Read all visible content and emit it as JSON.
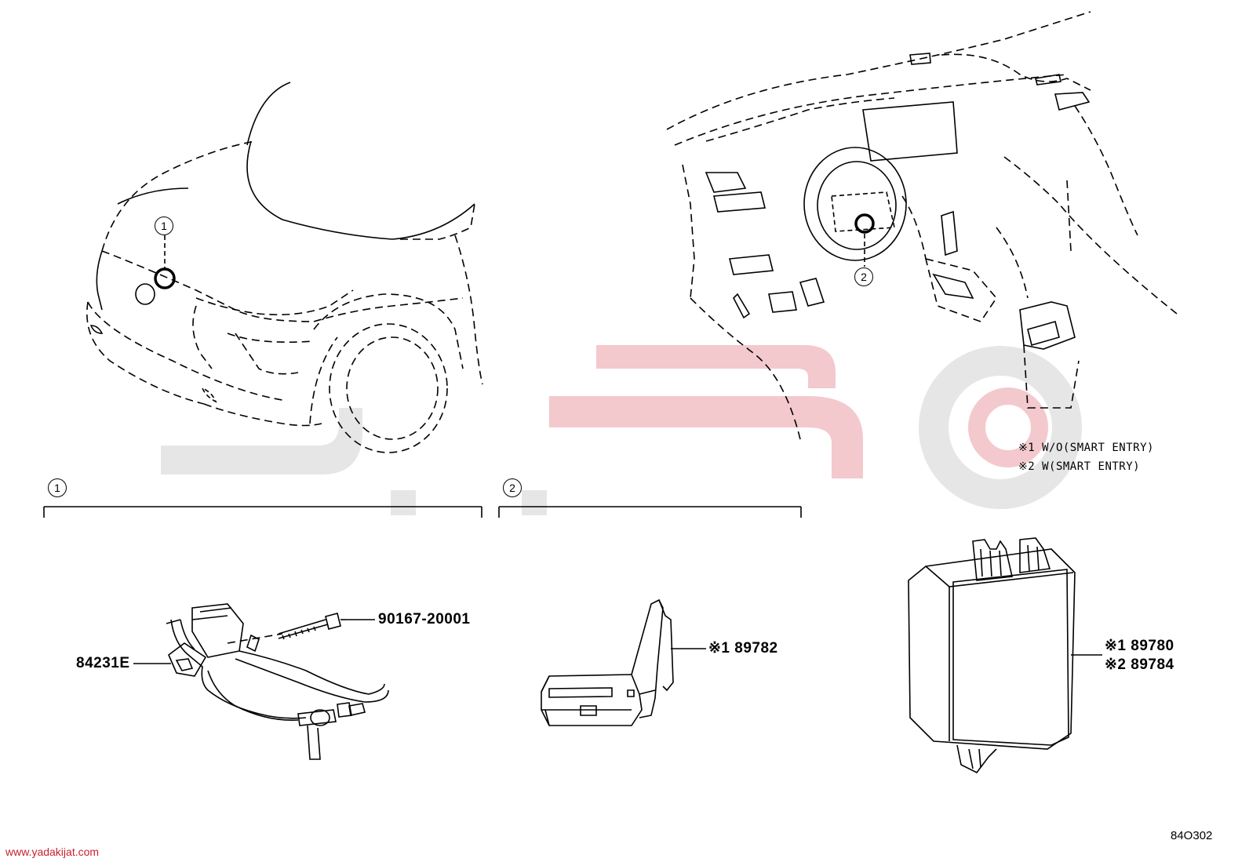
{
  "callouts": {
    "vehicle_front_marker": "1",
    "dashboard_marker": "2",
    "group_1_marker": "1",
    "group_2_marker": "2"
  },
  "parts": {
    "bolt": "90167-20001",
    "sensor_harness": "84231E",
    "bracket": "※1 89782",
    "ecu_line1": "※1 89780",
    "ecu_line2": "※2 89784"
  },
  "notes": {
    "note1": "※1 W/O(SMART ENTRY)",
    "note2": "※2 W(SMART ENTRY)"
  },
  "diagram_id": "84O302",
  "footer_url": "www.yadakijat.com",
  "colors": {
    "watermark": "#f3c9cd",
    "watermark_gray": "#e6e6e6",
    "footer_text": "#c8202f"
  }
}
